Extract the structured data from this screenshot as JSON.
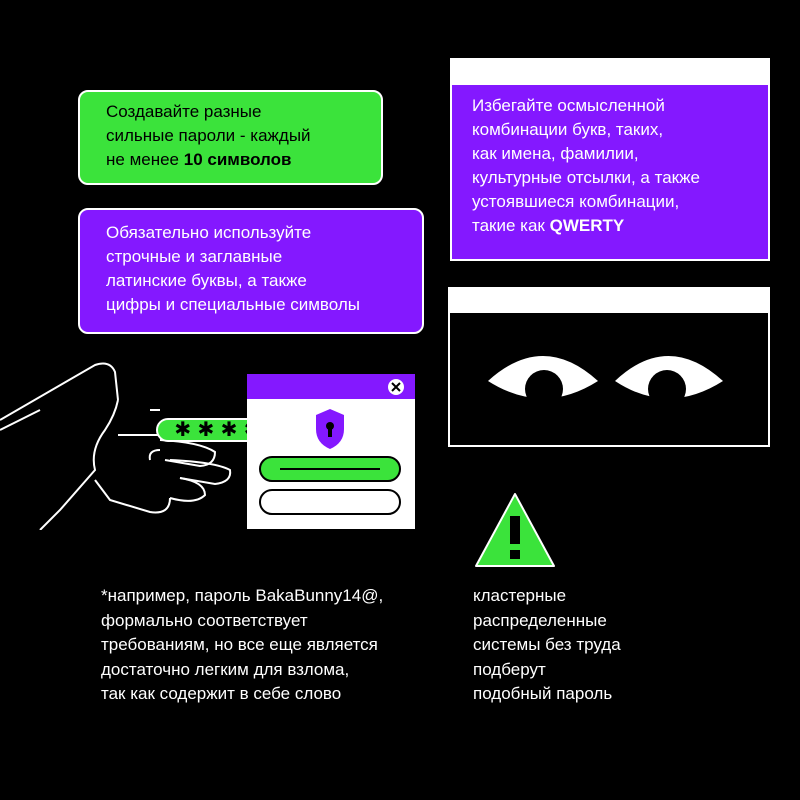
{
  "cards": {
    "green": {
      "line1": "Создавайте разные",
      "line2": "сильные пароли - каждый",
      "line3_prefix": "не менее ",
      "line3_bold": "10 символов"
    },
    "purple": {
      "line1": "Обязательно используйте",
      "line2": "строчные и заглавные",
      "line3": "латинские буквы, а также",
      "line4": "цифры и специальные символы"
    },
    "right": {
      "line1": "Избегайте осмысленной",
      "line2": "комбинации букв, таких,",
      "line3": "как имена, фамилии,",
      "line4": "культурные отсылки, а также",
      "line5": "устоявшиеся комбинации,",
      "line6_prefix": "такие как ",
      "line6_bold": "QWERTY"
    }
  },
  "notes": {
    "left": {
      "line1": "*например, пароль BakaBunny14@,",
      "line2": "формально соответствует",
      "line3": "требованиям, но все еще является",
      "line4": "достаточно легким для взлома,",
      "line5": "так как содержит в себе слово"
    },
    "right": {
      "line1": "кластерные",
      "line2": "распределенные",
      "line3": "системы без труда",
      "line4": "подберут",
      "line5": "подобный пароль"
    }
  },
  "password_mask": "✱ ✱ ✱ ✱ ✱",
  "icons": [
    "hand-illustration",
    "close-icon",
    "shield-lock-icon",
    "eyes-illustration",
    "warning-triangle-icon"
  ],
  "colors": {
    "green": "#3be33b",
    "purple": "#8418ff",
    "background": "#000000",
    "white": "#ffffff"
  }
}
